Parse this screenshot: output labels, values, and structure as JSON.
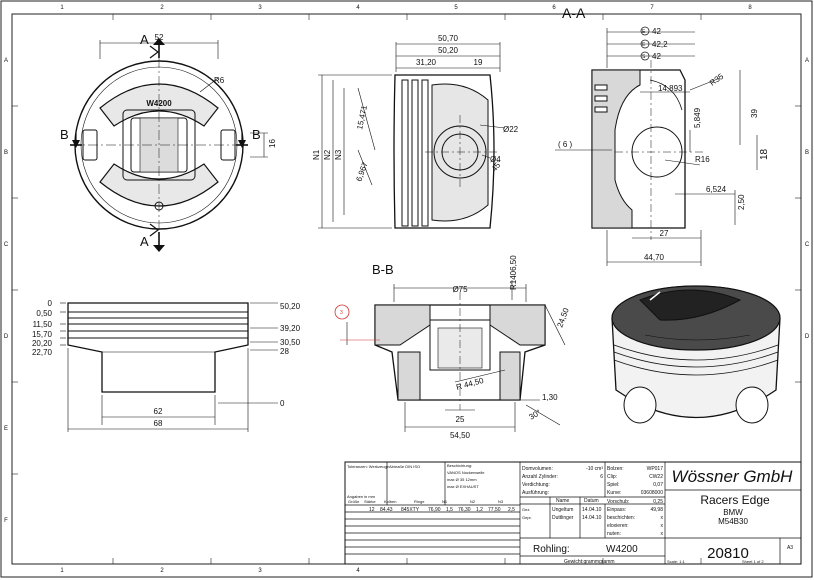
{
  "sections": {
    "aa": "A-A",
    "bb": "B-B",
    "a": "A",
    "b": "B"
  },
  "zones": {
    "cols": [
      "1",
      "2",
      "3",
      "4",
      "5",
      "6",
      "7",
      "8"
    ],
    "rows": [
      "A",
      "B",
      "C",
      "D",
      "E",
      "F"
    ]
  },
  "top_view": {
    "d52": "52",
    "r6": "R6",
    "d16": "16",
    "mark": "W4200"
  },
  "side_view": {
    "d5070": "50,70",
    "d5020": "50,20",
    "d3120": "31,20",
    "d19": "19",
    "n1": "N1",
    "n2": "N2",
    "n3": "N3",
    "d15471": "15,471",
    "d6967": "6,967",
    "d22": "Ø22",
    "d4": "Ø4",
    "d45": "45°"
  },
  "section_aa": {
    "e42": "42",
    "e422": "42,2",
    "s42": "42",
    "e_sym": "E",
    "s_sym": "S",
    "d14893": "14,893",
    "r35": "R35",
    "d39": "39",
    "d6": "( 6 )",
    "d5849": "5,849",
    "r16": "R16",
    "d18": "18",
    "d6524": "6,524",
    "d250": "2,50",
    "d27": "27",
    "d4470": "44,70"
  },
  "front_view": {
    "left": [
      "0",
      "0,50",
      "11,50",
      "15,70",
      "20,20",
      "22,70"
    ],
    "right": [
      "50,20",
      "39,20",
      "30,50",
      "28",
      "0"
    ],
    "d62": "62",
    "d68": "68"
  },
  "section_bb": {
    "d75": "Ø75",
    "r1406": "R1406,50",
    "d2450": "24,50",
    "r4450": "R 44,50",
    "d130": "1,30",
    "d30": "30°",
    "d25": "25",
    "d5450": "54,50",
    "d3": "3"
  },
  "title_block": {
    "company": "Wössner GmbH",
    "product": "Racers Edge",
    "make": "BMW",
    "engine": "M54B30",
    "blank_label": "Rohling:",
    "blank_value": "W4200",
    "drawing_no": "20810",
    "size": "A3",
    "weight_label": "Gewicht:grammgramm",
    "scale": "Scale: 1:1",
    "sheet": "Sheet 1 of 2",
    "tol_header": "Toleranzen: Werkzeuge",
    "tol_sub": "Abmaße DIN ISO",
    "angle_note": "Angaben in mm",
    "hdrs": [
      "Größe",
      "Stärke",
      "Kolben",
      "Ringe",
      "N1",
      "",
      "N2",
      "",
      "N3",
      ""
    ],
    "row": [
      "12",
      "84,43",
      "845XTY",
      "76,90",
      "1,5",
      "76,30",
      "1,2",
      "77,50",
      "2,5"
    ],
    "notes": [
      "Beschichtung:",
      "VANOS Nockenwelle",
      "max Ø 35 12mm",
      "max Ø EXHAUST"
    ],
    "specs": [
      [
        "Domvolumen:",
        "-10 cm³",
        "Bolzen:",
        "WP017"
      ],
      [
        "Anzahl Zylinder:",
        "6",
        "Clip:",
        "CW22"
      ],
      [
        "Verdichtung:",
        "",
        "Spiel:",
        "0,07"
      ],
      [
        "Ausführung:",
        "",
        "Kurve:",
        "03608000"
      ]
    ],
    "rev_hdr": [
      "Name",
      "Datum"
    ],
    "rev": [
      [
        "Gez.",
        "Ungeltum",
        "14.04.10"
      ],
      [
        "Gepr.",
        "Duttlinger",
        "14.04.10"
      ]
    ],
    "checks": [
      [
        "Vorschub:",
        "0,25"
      ],
      [
        "Einpass:",
        "49,98"
      ],
      [
        "beschichten:",
        "x"
      ],
      [
        "eloxieren:",
        "x"
      ],
      [
        "nuten:",
        "x"
      ]
    ]
  }
}
